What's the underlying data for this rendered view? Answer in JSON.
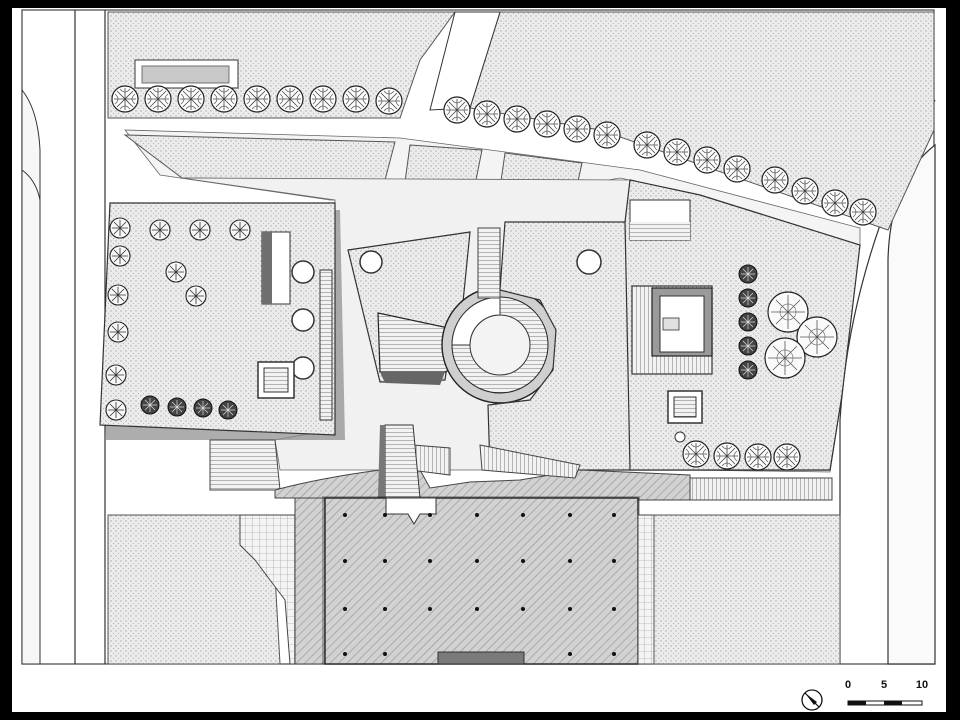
{
  "scale_bar": {
    "labels": [
      "0",
      "5",
      "10"
    ]
  },
  "north_arrow": {
    "icon": "north-arrow-icon"
  },
  "colors": {
    "frame": "#000000",
    "paper": "#ffffff",
    "hatch": "#d6d6d6",
    "line": "#222222",
    "shadow": "#8a8a8a",
    "paving": "#eeeeee"
  }
}
